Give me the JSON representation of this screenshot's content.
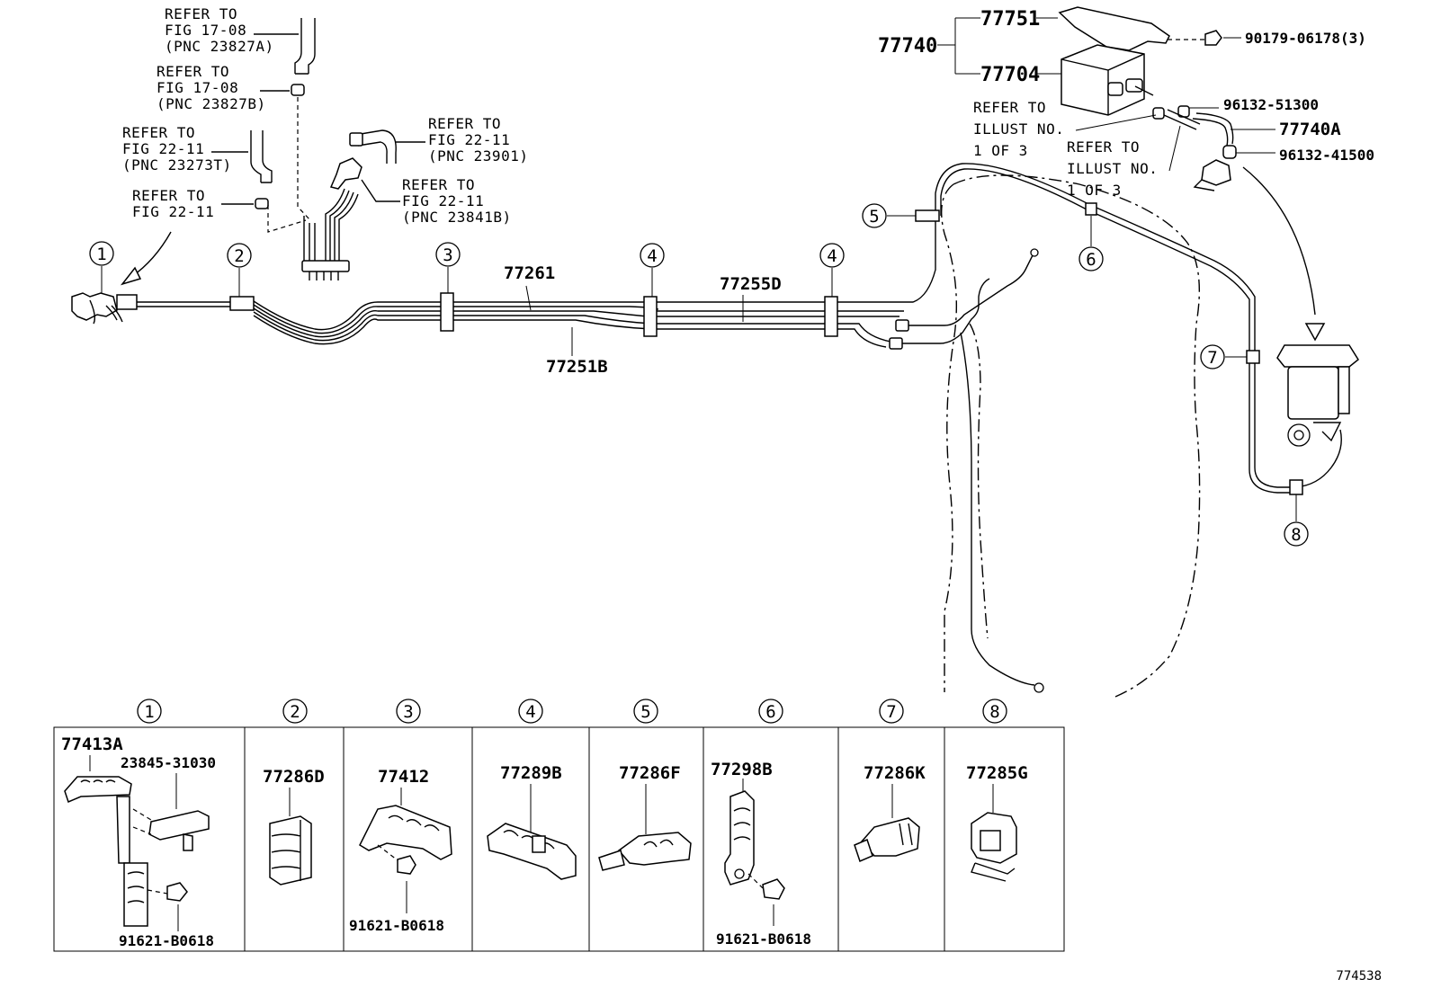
{
  "refs": {
    "r1": {
      "l1": "REFER TO",
      "l2": "FIG 17-08",
      "l3": "(PNC 23827A)"
    },
    "r2": {
      "l1": "REFER TO",
      "l2": "FIG 17-08",
      "l3": "(PNC 23827B)"
    },
    "r3": {
      "l1": "REFER TO",
      "l2": "FIG 22-11",
      "l3": "(PNC 23273T)"
    },
    "r4": {
      "l1": "REFER TO",
      "l2": "FIG 22-11"
    },
    "r5": {
      "l1": "REFER TO",
      "l2": "FIG 22-11",
      "l3": "(PNC 23901)"
    },
    "r6": {
      "l1": "REFER TO",
      "l2": "FIG 22-11",
      "l3": "(PNC 23841B)"
    },
    "r7": {
      "l1": "REFER TO",
      "l2": "ILLUST NO.",
      "l3": "1 OF 3"
    },
    "r8": {
      "l1": "REFER TO",
      "l2": "ILLUST NO.",
      "l3": "1 OF 3"
    }
  },
  "parts": {
    "p77751": "77751",
    "p77740": "77740",
    "p77704": "77704",
    "p90179": "90179-06178(3)",
    "p96132a": "96132-51300",
    "p77740a": "77740A",
    "p96132b": "96132-41500",
    "p77261": "77261",
    "p77255d": "77255D",
    "p77251b": "77251B"
  },
  "callouts": [
    "1",
    "2",
    "3",
    "4",
    "5",
    "6",
    "7",
    "8"
  ],
  "table": {
    "c1": {
      "num": "1",
      "a": "77413A",
      "b": "23845-31030",
      "c": "91621-B0618"
    },
    "c2": {
      "num": "2",
      "a": "77286D"
    },
    "c3": {
      "num": "3",
      "a": "77412",
      "c": "91621-B0618"
    },
    "c4": {
      "num": "4",
      "a": "77289B"
    },
    "c5": {
      "num": "5",
      "a": "77286F"
    },
    "c6": {
      "num": "6",
      "a": "77298B",
      "c": "91621-B0618"
    },
    "c7": {
      "num": "7",
      "a": "77286K"
    },
    "c8": {
      "num": "8",
      "a": "77285G"
    }
  },
  "figure_id": "774538"
}
